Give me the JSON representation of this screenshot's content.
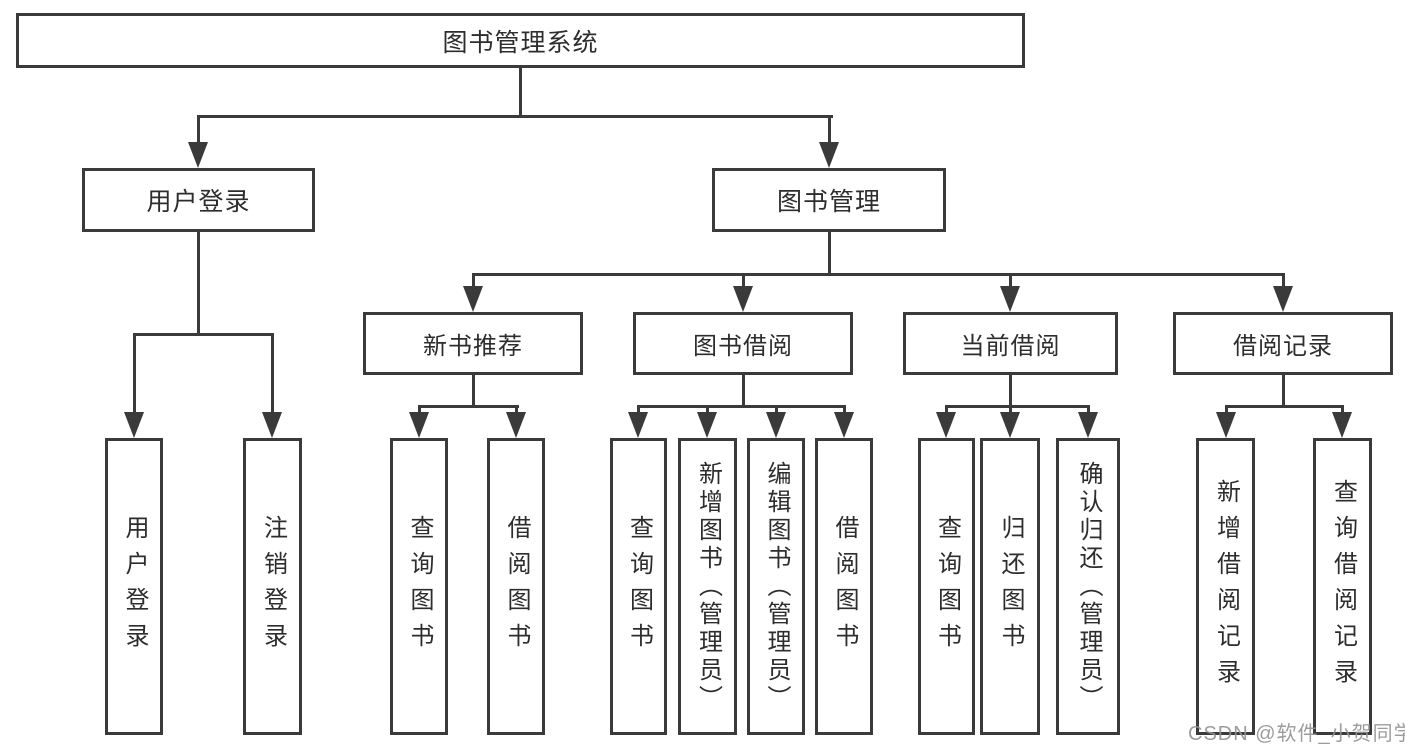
{
  "diagram": {
    "root": {
      "label": "图书管理系统"
    },
    "level2": [
      {
        "label": "用户登录"
      },
      {
        "label": "图书管理"
      }
    ],
    "level3": [
      {
        "label": "新书推荐",
        "parent": "图书管理"
      },
      {
        "label": "图书借阅",
        "parent": "图书管理"
      },
      {
        "label": "当前借阅",
        "parent": "图书管理"
      },
      {
        "label": "借阅记录",
        "parent": "图书管理"
      }
    ],
    "leaves": [
      {
        "label": "用户登录",
        "parent": "用户登录"
      },
      {
        "label": "注销登录",
        "parent": "用户登录"
      },
      {
        "label": "查询图书",
        "parent": "新书推荐"
      },
      {
        "label": "借阅图书",
        "parent": "新书推荐"
      },
      {
        "label": "查询图书",
        "parent": "图书借阅"
      },
      {
        "label": "新增图书（管理员）",
        "parent": "图书借阅"
      },
      {
        "label": "编辑图书（管理员）",
        "parent": "图书借阅"
      },
      {
        "label": "借阅图书",
        "parent": "图书借阅"
      },
      {
        "label": "查询图书",
        "parent": "当前借阅"
      },
      {
        "label": "归还图书",
        "parent": "当前借阅"
      },
      {
        "label": "确认归还（管理员）",
        "parent": "当前借阅"
      },
      {
        "label": "新增借阅记录",
        "parent": "借阅记录"
      },
      {
        "label": "查询借阅记录",
        "parent": "借阅记录"
      }
    ]
  },
  "watermark": {
    "text": "CSDN @软件_小贺同学"
  },
  "colors": {
    "line": "#3a3a3a",
    "text": "#2d2d2d",
    "watermark": "#949494",
    "background": "#ffffff"
  }
}
